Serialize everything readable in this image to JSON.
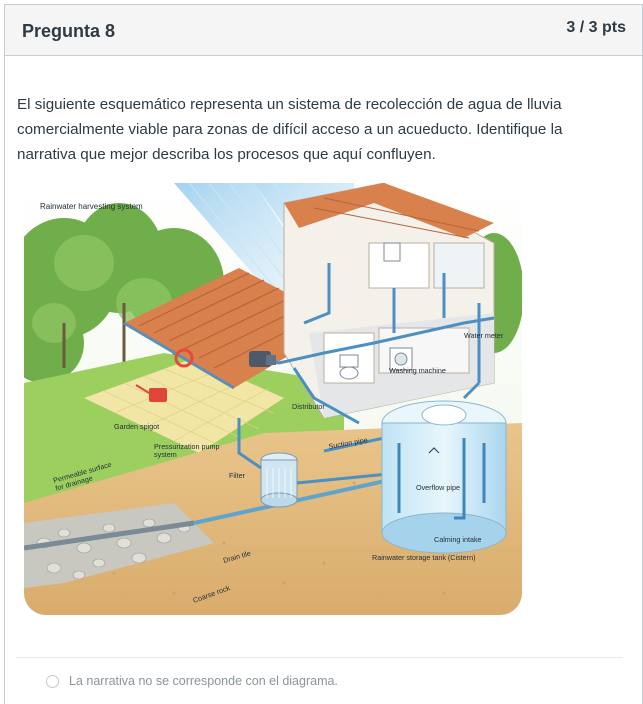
{
  "question": {
    "title": "Pregunta 8",
    "points": "3 / 3 pts",
    "text": "El siguiente esquemático representa un sistema de recolección de agua de lluvia comercialmente viable para zonas de difícil acceso a un acueducto. Identifique la narrativa que mejor describa los procesos que aquí confluyen."
  },
  "diagram": {
    "title": "Rainwater harvesting system",
    "labels": {
      "garden_spigot": "Garden spigot",
      "pressurization_pump": "Pressurization pump\nsystem",
      "filter": "Filter",
      "permeable_surface": "Permeable surface\nfor drainage",
      "drain_tile": "Drain tile",
      "coarse_rock": "Coarse rock",
      "distributor": "Distributor",
      "suction_pipe": "Suction pipe",
      "washing_machine": "Washing machine",
      "water_meter": "Water meter",
      "overflow_pipe": "Overflow pipe",
      "calming_intake": "Calming intake",
      "storage_tank": "Rainwater storage tank (Cistern)"
    }
  },
  "answers": [
    {
      "text": "La narrativa no se corresponde con el diagrama."
    }
  ],
  "colors": {
    "header_bg": "#f5f5f5",
    "border": "#c7cdd1",
    "text": "#2d3b45",
    "answer_text": "#8a959b"
  }
}
